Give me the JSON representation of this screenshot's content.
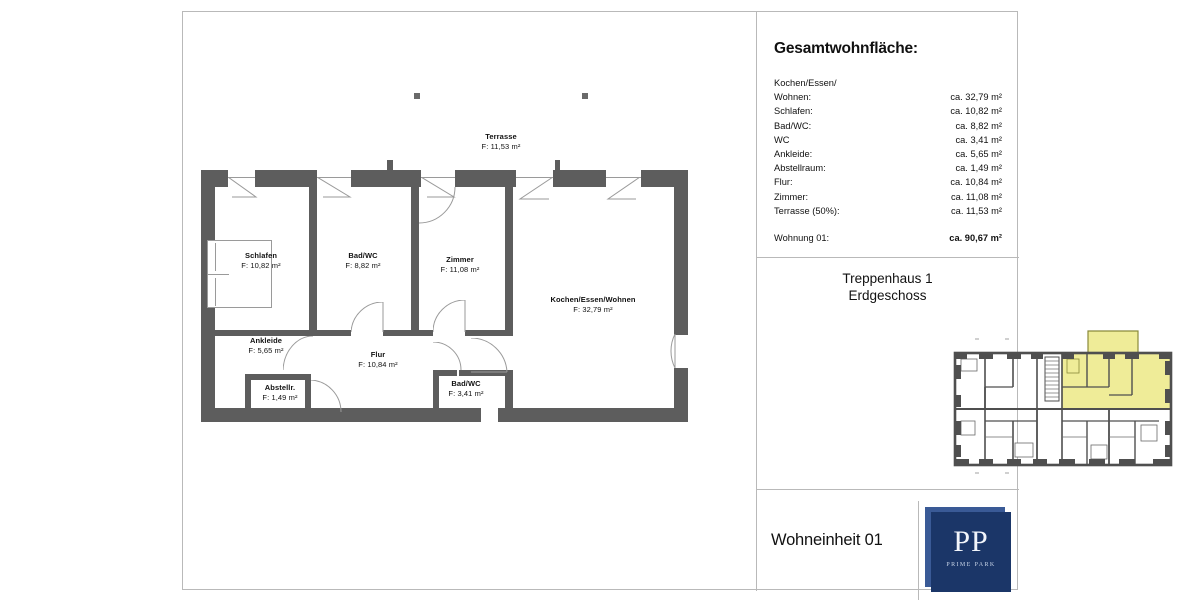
{
  "document": {
    "kind": "floor-plan-sheet"
  },
  "areas": {
    "title": "Gesamtwohnfläche:",
    "rows": [
      {
        "label": "Kochen/Essen/",
        "value": "",
        "continuation": true
      },
      {
        "label": "Wohnen:",
        "value": "ca. 32,79 m²"
      },
      {
        "label": "Schlafen:",
        "value": "ca. 10,82 m²"
      },
      {
        "label": "Bad/WC:",
        "value": "ca.  8,82 m²"
      },
      {
        "label": "WC",
        "value": "ca.  3,41 m²"
      },
      {
        "label": "Ankleide:",
        "value": "ca.  5,65 m²"
      },
      {
        "label": "Abstellraum:",
        "value": "ca.  1,49 m²"
      },
      {
        "label": "Flur:",
        "value": "ca. 10,84 m²"
      },
      {
        "label": "Zimmer:",
        "value": "ca. 11,08 m²"
      },
      {
        "label": "Terrasse (50%):",
        "value": "ca. 11,53 m²"
      }
    ],
    "total": {
      "label": "Wohnung 01:",
      "value": "ca. 90,67 m²"
    }
  },
  "keyplan": {
    "line1": "Treppenhaus 1",
    "line2": "Erdgeschoss",
    "highlight_color": "#efec98",
    "wall_color": "#4f4f4f"
  },
  "footer": {
    "unit": "Wohneinheit 01",
    "logo": {
      "monogram": "PP",
      "wordmark": "PRIME PARK",
      "color": "#1b3668",
      "accent": "#3a5a96"
    }
  },
  "plan": {
    "wall_color": "#5d5d5d",
    "rooms": [
      {
        "name": "Terrasse",
        "area": "F: 11,53 m²"
      },
      {
        "name": "Schlafen",
        "area": "F: 10,82 m²"
      },
      {
        "name": "Bad/WC",
        "area": "F: 8,82 m²"
      },
      {
        "name": "Zimmer",
        "area": "F: 11,08 m²"
      },
      {
        "name": "Kochen/Essen/Wohnen",
        "area": "F: 32,79 m²"
      },
      {
        "name": "Ankleide",
        "area": "F: 5,65 m²"
      },
      {
        "name": "Flur",
        "area": "F: 10,84 m²"
      },
      {
        "name": "Abstellr.",
        "area": "F: 1,49 m²"
      },
      {
        "name": "Bad/WC",
        "area": "F: 3,41 m²"
      }
    ]
  }
}
